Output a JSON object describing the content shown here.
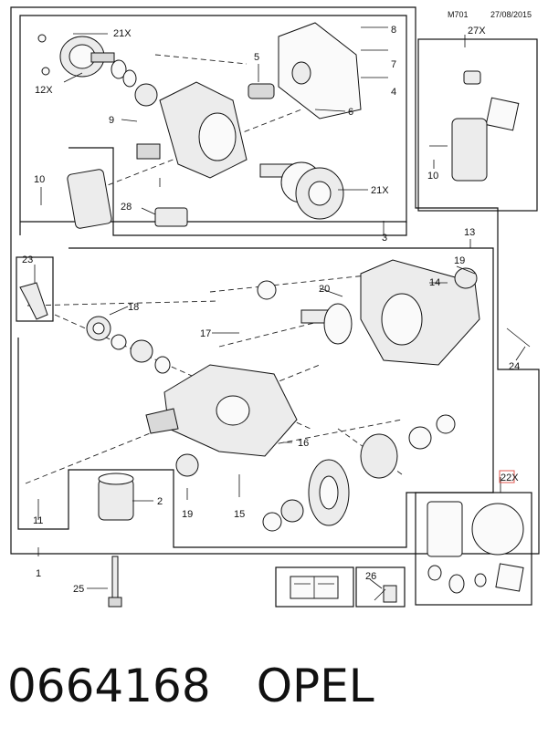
{
  "diagram": {
    "code": "M701",
    "date": "27/08/2015",
    "labels": {
      "c1": "21X",
      "c2": "12X",
      "c3": "5",
      "c4": "8",
      "c5": "7",
      "c6": "4",
      "c7": "6",
      "c8": "9",
      "c9": "10",
      "c10": "21X",
      "c11": "28",
      "c12": "3",
      "c13": "27X",
      "c14": "10",
      "c15": "23",
      "c16": "13",
      "c17": "19",
      "c18": "14",
      "c19": "20",
      "c20": "18",
      "c21": "17",
      "c22": "24",
      "c23": "16",
      "c24": "22X",
      "c25": "2",
      "c26": "19",
      "c27": "15",
      "c28": "11",
      "c29": "1",
      "c30": "25",
      "c31": "26"
    },
    "highlight_color": "#e0574f"
  },
  "footer": {
    "part_number": "0664168",
    "brand": "OPEL"
  }
}
